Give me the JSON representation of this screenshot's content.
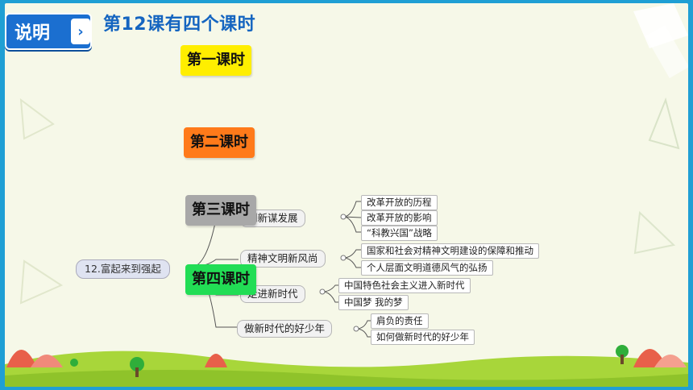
{
  "header": {
    "badge_label": "说明",
    "arrow": "›",
    "title": "第12课有四个课时"
  },
  "lessons": [
    {
      "label": "第一课时",
      "color": "#ffee00"
    },
    {
      "label": "第二课时",
      "color": "#ff7a1a"
    },
    {
      "label": "第三课时",
      "color": "#a8a8a8"
    },
    {
      "label": "第四课时",
      "color": "#22dd55"
    }
  ],
  "mindmap": {
    "root": "12.富起来到强起",
    "branches": [
      {
        "label": "创新谋发展",
        "children": [
          "改革开放的历程",
          "改革开放的影响",
          "“科教兴国”战略"
        ]
      },
      {
        "label": "精神文明新风尚",
        "children": [
          "国家和社会对精神文明建设的保障和推动",
          "个人层面文明道德风气的弘扬"
        ]
      },
      {
        "label": "走进新时代",
        "children": [
          "中国特色社会主义进入新时代",
          "中国梦 我的梦"
        ]
      },
      {
        "label": "做新时代的好少年",
        "children": [
          "肩负的责任",
          "如何做新时代的好少年"
        ]
      }
    ]
  },
  "colors": {
    "frame": "#1f9fd4",
    "badge": "#1b6fd0",
    "title": "#1565c0",
    "grass": "#a8d63a"
  }
}
